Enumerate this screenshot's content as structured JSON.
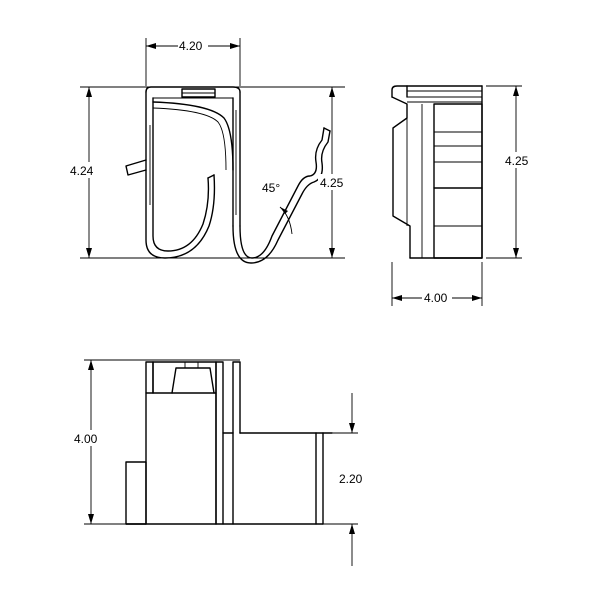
{
  "dimensions": {
    "top_width": "4.20",
    "left_height": "4.24",
    "spring_height": "4.25",
    "angle": "45°",
    "side_height": "4.25",
    "side_width": "4.00",
    "front_height": "4.00",
    "step_height": "2.20"
  }
}
